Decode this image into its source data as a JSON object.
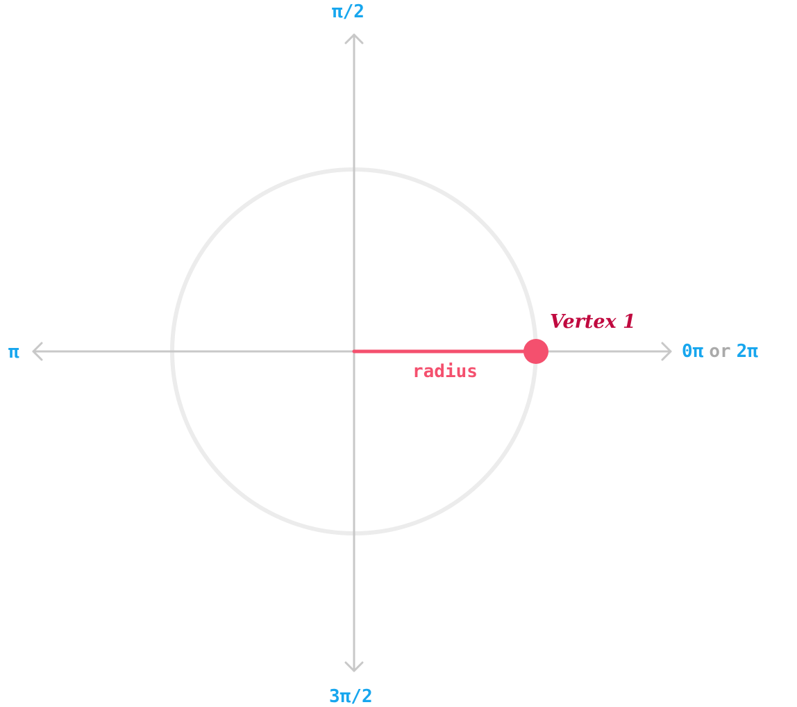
{
  "colors": {
    "axis": "#c8c8c8",
    "circle": "#ececec",
    "angle_label": "#17a6ee",
    "or_text": "#aaaaaa",
    "radius": "#f4506e",
    "vertex_label": "#c0093f"
  },
  "labels": {
    "top": "π/2",
    "left": "π",
    "bottom": "3π/2",
    "right_zero": "0π",
    "right_or": "or",
    "right_two": "2π",
    "radius": "radius",
    "vertex": "Vertex 1"
  }
}
